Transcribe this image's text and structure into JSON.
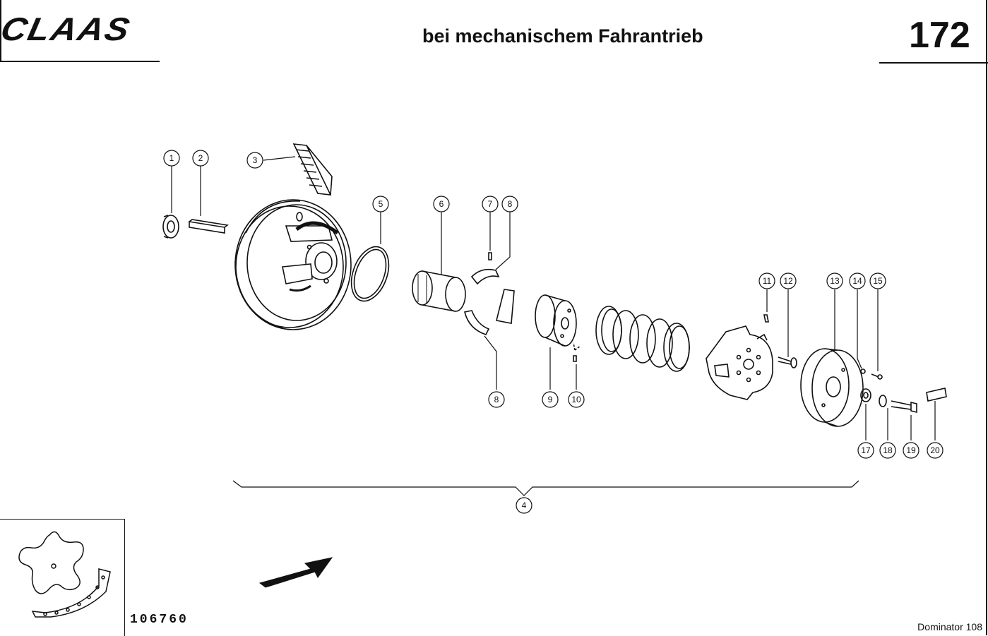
{
  "header": {
    "brand": "CLAAS",
    "title": "bei mechanischem Fahrantrieb",
    "page_number": "172"
  },
  "callouts": [
    "1",
    "2",
    "3",
    "4",
    "5",
    "6",
    "7",
    "8",
    "8",
    "9",
    "10",
    "11",
    "12",
    "13",
    "14",
    "15",
    "17",
    "18",
    "19",
    "20"
  ],
  "footer": {
    "reference_number": "106760",
    "model": "Dominator 108"
  },
  "icons": {
    "direction": "arrow-icon",
    "inset": "sprocket-chain-icon"
  }
}
